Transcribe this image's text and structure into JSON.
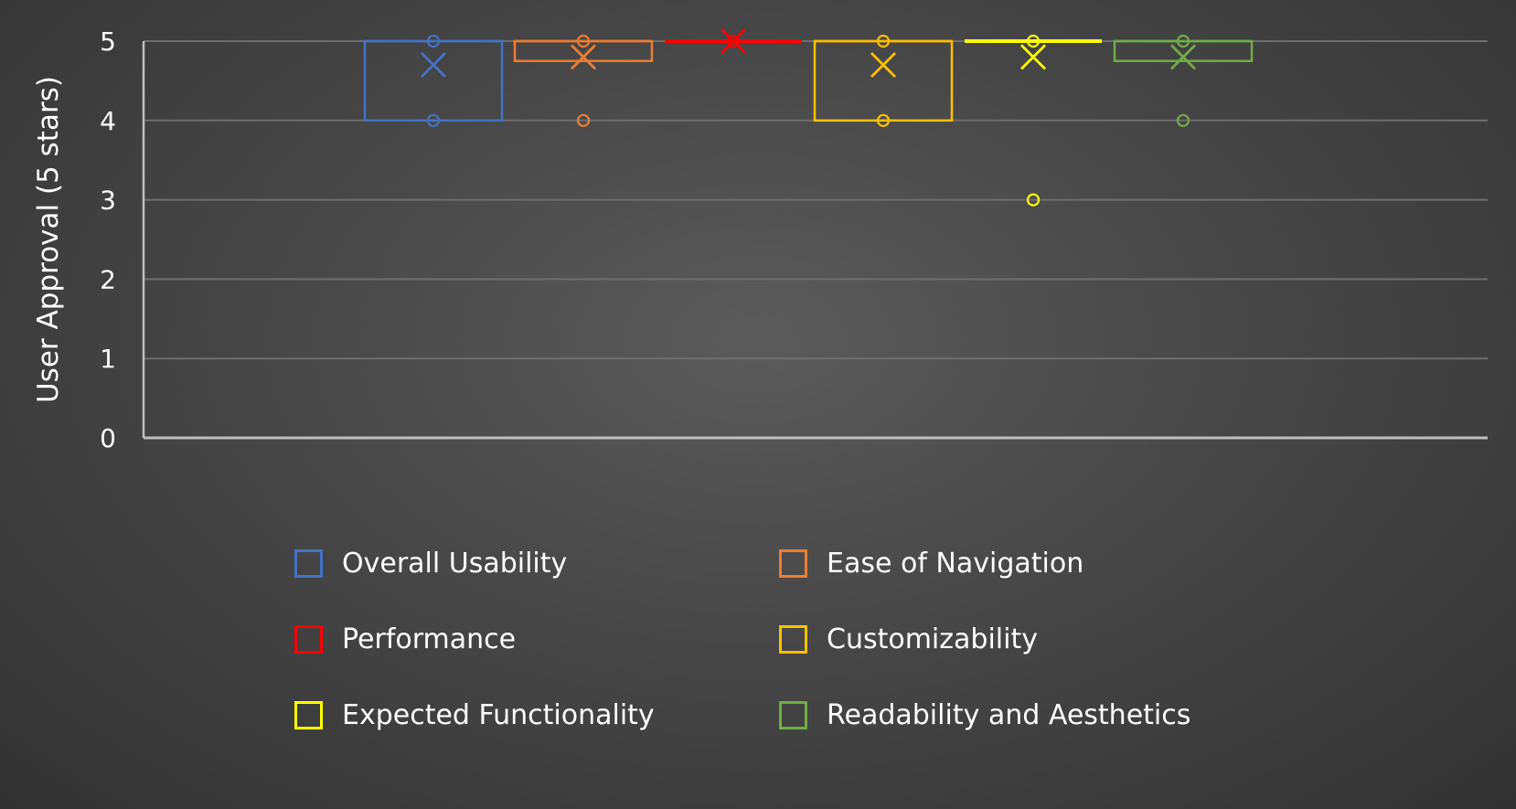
{
  "chart_data": {
    "type": "box",
    "title": "",
    "xlabel": "",
    "ylabel": "User Approval (5 stars)",
    "ylim": [
      0,
      5
    ],
    "yticks": [
      "0",
      "1",
      "2",
      "3",
      "4",
      "5"
    ],
    "grid": true,
    "legend_position": "bottom",
    "series": [
      {
        "name": "Overall Usability",
        "color": "#4472C4",
        "q1": 4.0,
        "median": 5.0,
        "q3": 5.0,
        "mean": 4.7,
        "whisker_low": 4.0,
        "whisker_high": 5.0,
        "points": [
          4,
          5
        ],
        "outliers": []
      },
      {
        "name": "Ease of Navigation",
        "color": "#ED7D31",
        "q1": 4.75,
        "median": 5.0,
        "q3": 5.0,
        "mean": 4.8,
        "whisker_low": 4.75,
        "whisker_high": 5.0,
        "points": [
          5
        ],
        "outliers": [
          4
        ]
      },
      {
        "name": "Performance",
        "color": "#FF0000",
        "q1": 5.0,
        "median": 5.0,
        "q3": 5.0,
        "mean": 5.0,
        "whisker_low": 5.0,
        "whisker_high": 5.0,
        "points": [
          5
        ],
        "outliers": []
      },
      {
        "name": "Customizability",
        "color": "#FFC000",
        "q1": 4.0,
        "median": 5.0,
        "q3": 5.0,
        "mean": 4.7,
        "whisker_low": 4.0,
        "whisker_high": 5.0,
        "points": [
          4,
          5
        ],
        "outliers": []
      },
      {
        "name": "Expected Functionality",
        "color": "#FFFF00",
        "q1": 5.0,
        "median": 5.0,
        "q3": 5.0,
        "mean": 4.8,
        "whisker_low": 5.0,
        "whisker_high": 5.0,
        "points": [
          5
        ],
        "outliers": [
          3
        ]
      },
      {
        "name": "Readability and Aesthetics",
        "color": "#70AD47",
        "q1": 4.75,
        "median": 5.0,
        "q3": 5.0,
        "mean": 4.8,
        "whisker_low": 4.75,
        "whisker_high": 5.0,
        "points": [
          5
        ],
        "outliers": [
          4
        ]
      }
    ]
  }
}
